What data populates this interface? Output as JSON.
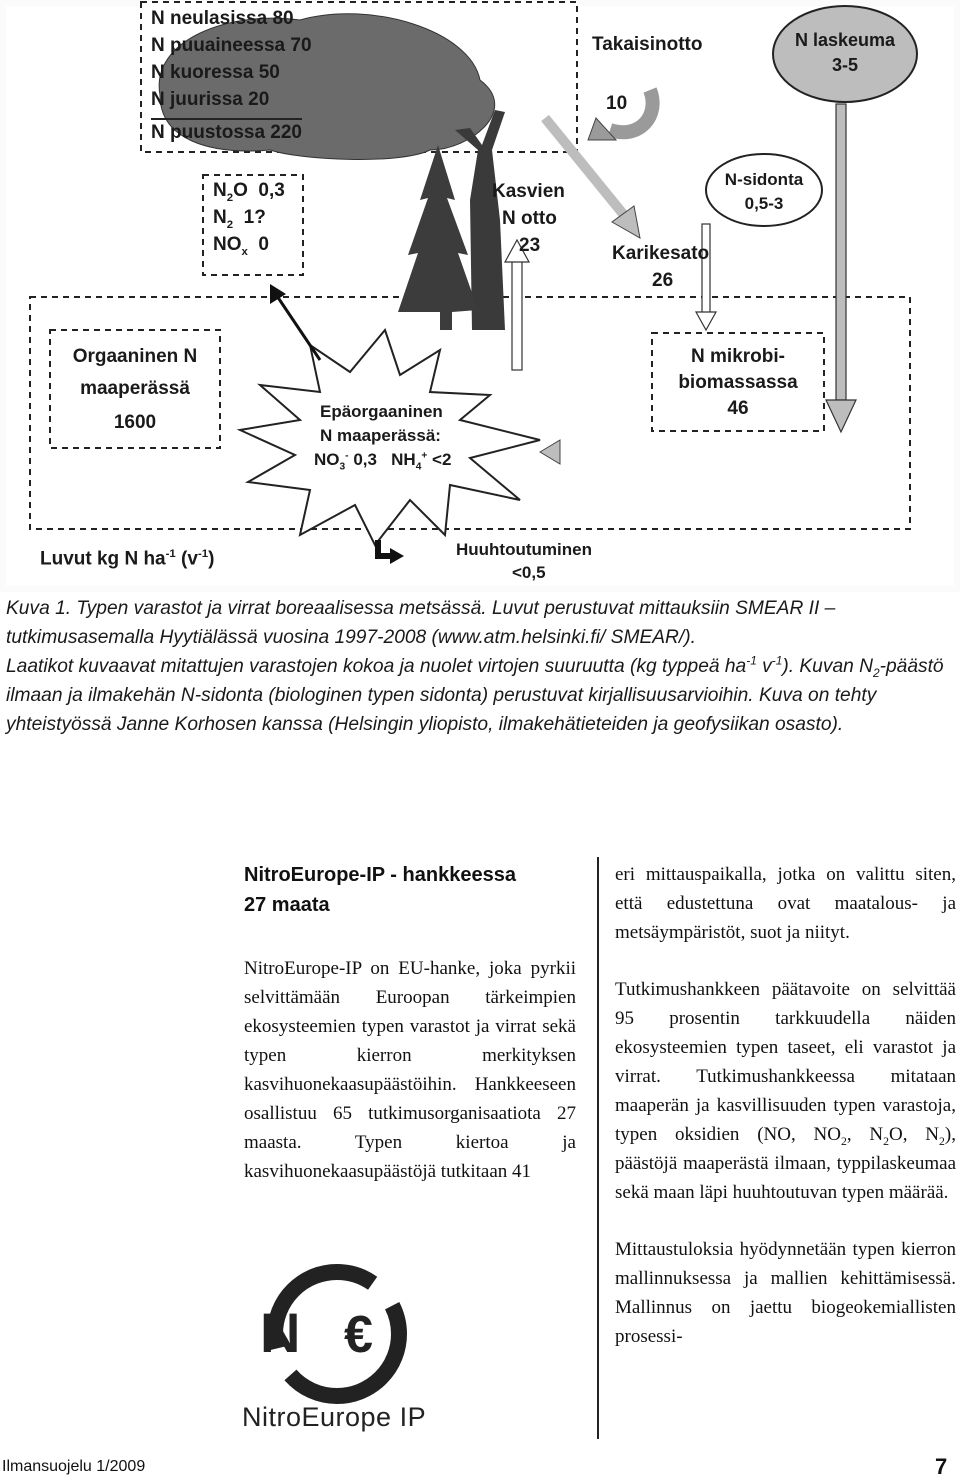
{
  "figure": {
    "stock_box": {
      "needles": "N neulasissa 80",
      "wood": "N puuaineessa 70",
      "bark": "N kuoressa 50",
      "roots": "N juurissa 20",
      "total": "N puustossa 220"
    },
    "gas_box": {
      "n2o_value": "0,3",
      "n2_value": "1?",
      "nox_value": "0"
    },
    "takaisinotto": {
      "label": "Takaisinotto",
      "value": "10"
    },
    "laskeuma": {
      "line1": "N laskeuma",
      "line2": "3-5"
    },
    "kasvien": {
      "line1": "Kasvien",
      "line2": "N otto",
      "line3": "23"
    },
    "n_sidonta": {
      "line1": "N-sidonta",
      "line2": "0,5-3"
    },
    "karikesato": {
      "line1": "Karikesato",
      "line2": "26"
    },
    "organic": {
      "line1": "Orgaaninen N",
      "line2": "maaperässä",
      "line3": "1600"
    },
    "microbial": {
      "line1": "N mikrobi-",
      "line2": "biomassassa",
      "line3": "46"
    },
    "inorganic": {
      "line1": "Epäorgaaninen",
      "line2": "N maaperässä:",
      "no3_value": "0,3",
      "nh4_value": "<2"
    },
    "units": "Luvut kg N ha",
    "leaching": {
      "line1": "Huuhtoutuminen",
      "line2": "<0,5"
    }
  },
  "caption": {
    "part1": "Kuva 1. Typen varastot ja virrat boreaalisessa metsässä. Luvut perustuvat mittauksiin SMEAR II –tutkimusasemalla Hyytiälässä vuosina 1997-2008 (www.atm.helsinki.fi/ SMEAR/).",
    "part2": "Laatikot kuvaavat mitattujen varastojen kokoa ja nuolet virtojen suuruutta (kg typpeä ha",
    "part3": ". Kuvan N",
    "part4": "-päästö ilmaan ja ilmakehän N-sidonta (biologinen typen sidonta) perustuvat kirjallisuusarvioihin. Kuva on tehty yhteistyössä Janne Korhosen kanssa (Helsingin yliopisto, ilmakehätieteiden ja geofysiikan osasto)."
  },
  "article": {
    "heading_line1": "NitroEurope-IP - hankkeessa",
    "heading_line2": "27 maata",
    "left_body": "NitroEurope-IP on EU-hanke, joka pyrkii selvittämään Euroopan tärkeimpien ekosysteemien typen varastot ja virrat sekä typen kierron merkityksen kasvihuonekaasupäästöihin. Hankkeeseen osallistuu 65 tutkimusorganisaatiota 27 maasta. Typen kiertoa ja kasvihuonekaasupäästöjä tutkitaan 41",
    "right_p1": "eri mittauspaikalla, jotka on valittu siten, että edustettuna ovat maatalous- ja metsäympäristöt, suot ja niityt.",
    "right_p2_a": "Tutkimushankkeen päätavoite on selvittää 95 prosentin tarkkuudella näiden ekosysteemien typen taseet, eli varastot ja virrat. Tutkimushankkeessa mitataan maaperän ja kasvillisuuden typen varastoja, typen oksidien (NO, NO",
    "right_p2_b": "), päästöjä maaperästä ilmaan, typpilaskeumaa sekä maan läpi huuhtoutuvan typen määrää.",
    "right_p3": "Mittaustuloksia hyödynnetään typen kierron mallinnuksessa ja mallien kehittämisessä. Mallinnus on jaettu biogeokemiallisten prosessi-"
  },
  "logo": {
    "text": "NitroEurope IP"
  },
  "footer": {
    "publication": "Ilmansuojelu 1/2009",
    "page": "7"
  }
}
